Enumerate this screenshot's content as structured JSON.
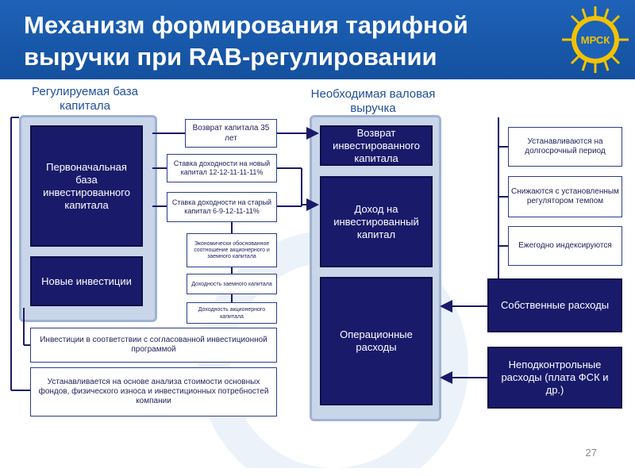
{
  "header": {
    "title": "Механизм формирования тарифной выручки при RAB-регулировании",
    "logo_text": "МРСК"
  },
  "columns": {
    "left": "Регулируемая база капитала",
    "right": "Необходимая валовая выручка"
  },
  "left": {
    "base": "Первоначальная база инвестированного капитала",
    "new_inv": "Новые инвестиции"
  },
  "middle": {
    "return": "Возврат капитала 35 лет",
    "rate_new": "Ставка доходности на новый капитал 12-12-11-11-11%",
    "rate_old": "Ставка доходности на старый капитал 6-9-12-11-11%",
    "econ": "Экономически обоснованное соотношение акционерного и заемного капитала",
    "debt": "Доходность заемного капитала",
    "equity": "Доходность акционерного капитала"
  },
  "bottom": {
    "invest": "Инвестиции в соответствии с согласованной инвестиционной программой",
    "basis": "Устанавливается на основе анализа стоимости основных фондов, физического износа и инвестиционных потребностей компании"
  },
  "right": {
    "return": "Возврат инвестированного капитала",
    "income": "Доход на инвестированный капитал",
    "opex": "Операционные расходы"
  },
  "far_right": {
    "long_term": "Устанавливаются на долгосрочный период",
    "reduced": "Снижаются с установленным регулятором темпом",
    "indexed": "Ежегодно индексируются",
    "own_costs": "Собственные расходы",
    "uncontrolled": "Неподконтрольные расходы (плата ФСК и др.)"
  },
  "page_number": "27"
}
